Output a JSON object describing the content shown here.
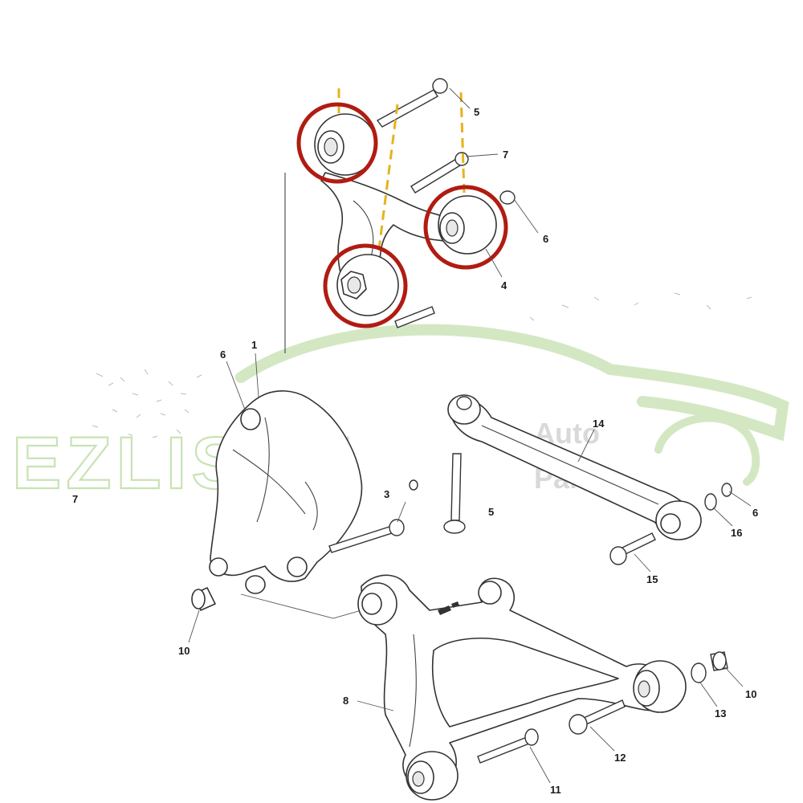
{
  "watermark": {
    "brand": "EZLISEN",
    "sub_line1": "Auto",
    "sub_line2": "Parts"
  },
  "colors": {
    "highlight_circle": "#b01c12",
    "assembly_axis": "#e6b31e",
    "watermark": "#c9e3b4"
  },
  "callouts": {
    "upper_bolt_long": "5",
    "upper_bolt_short": "7",
    "upper_nut": "6",
    "upper_bushing": "4",
    "knuckle": "1",
    "knuckle_nut": "6",
    "left_ref": "7",
    "knuckle_bolt": "3",
    "link_bolt": "5",
    "toe_link": "14",
    "toe_link_nut": "6",
    "toe_link_washer": "16",
    "toe_link_bolt": "15",
    "knuckle_bushing": "10",
    "lower_arm": "8",
    "lower_bolt_short": "11",
    "lower_bolt_long": "12",
    "lower_washer": "13",
    "lower_nut": "10"
  }
}
